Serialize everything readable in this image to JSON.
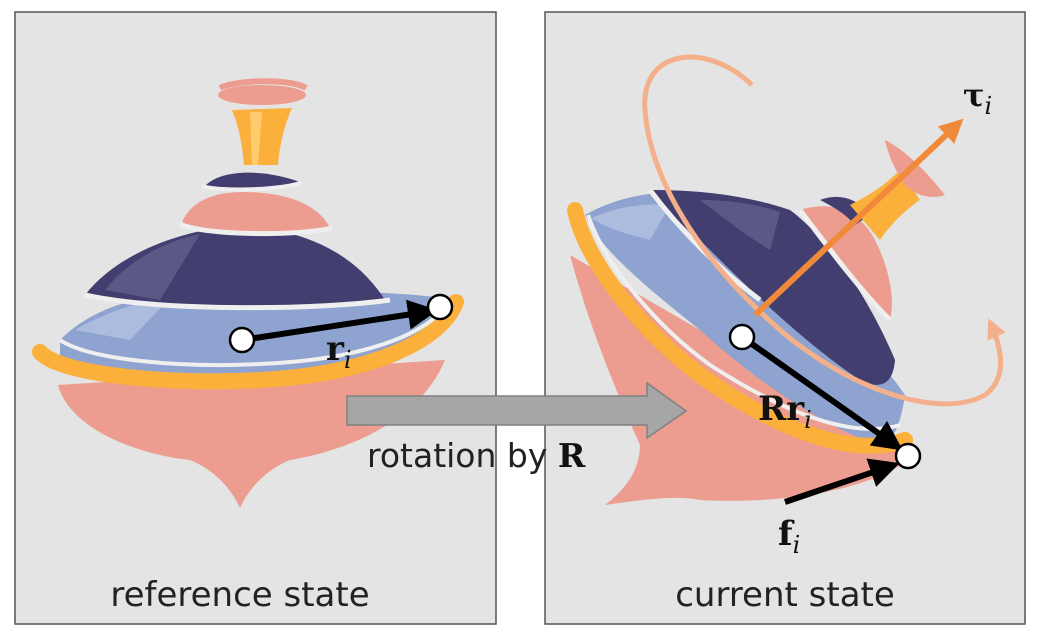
{
  "panels": {
    "left_caption": "reference state",
    "right_caption": "current state"
  },
  "transition": {
    "label_text": "rotation by ",
    "label_symbol": "R"
  },
  "vectors": {
    "r": {
      "symbol": "r",
      "subscript": "i"
    },
    "Rr": {
      "symbol": "Rr",
      "subscript": "i"
    },
    "f": {
      "symbol": "f",
      "subscript": "i"
    },
    "tau": {
      "symbol": "τ",
      "subscript": "i"
    }
  },
  "colors": {
    "panel_bg": "#e4e4e4",
    "salmon": "#ec9d8f",
    "navy": "#423f70",
    "blue": "#8ea3cf",
    "light_salmon": "#eea89c",
    "orange": "#fbb03b",
    "torque": "#f08a3a",
    "torque_swirl": "#f4b08a",
    "arrow_gray": "#a6a6a6"
  }
}
